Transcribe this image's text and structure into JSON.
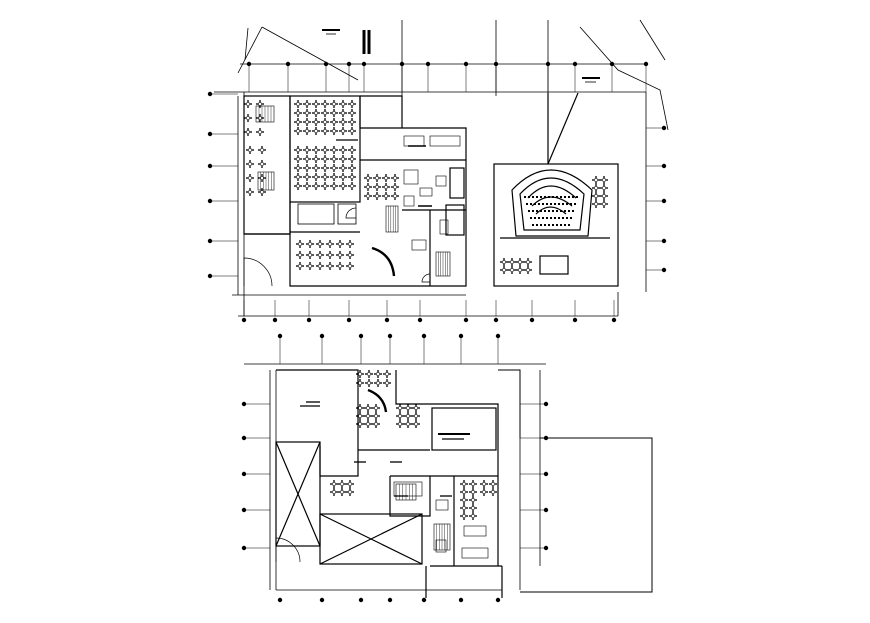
{
  "drawing": {
    "description_visible_text": "none legible",
    "ink_color": "#000000",
    "background_color": "#ffffff",
    "plans": [
      {
        "id": "upper-floor-plan"
      },
      {
        "id": "lower-floor-plan"
      }
    ],
    "icons": {
      "auditorium": "auditorium-seating-icon",
      "tables": "dining-table-cluster-icon",
      "stair": "stair-icon",
      "door": "door-swing-icon",
      "axis": "grid-axis-bubble-icon"
    }
  }
}
